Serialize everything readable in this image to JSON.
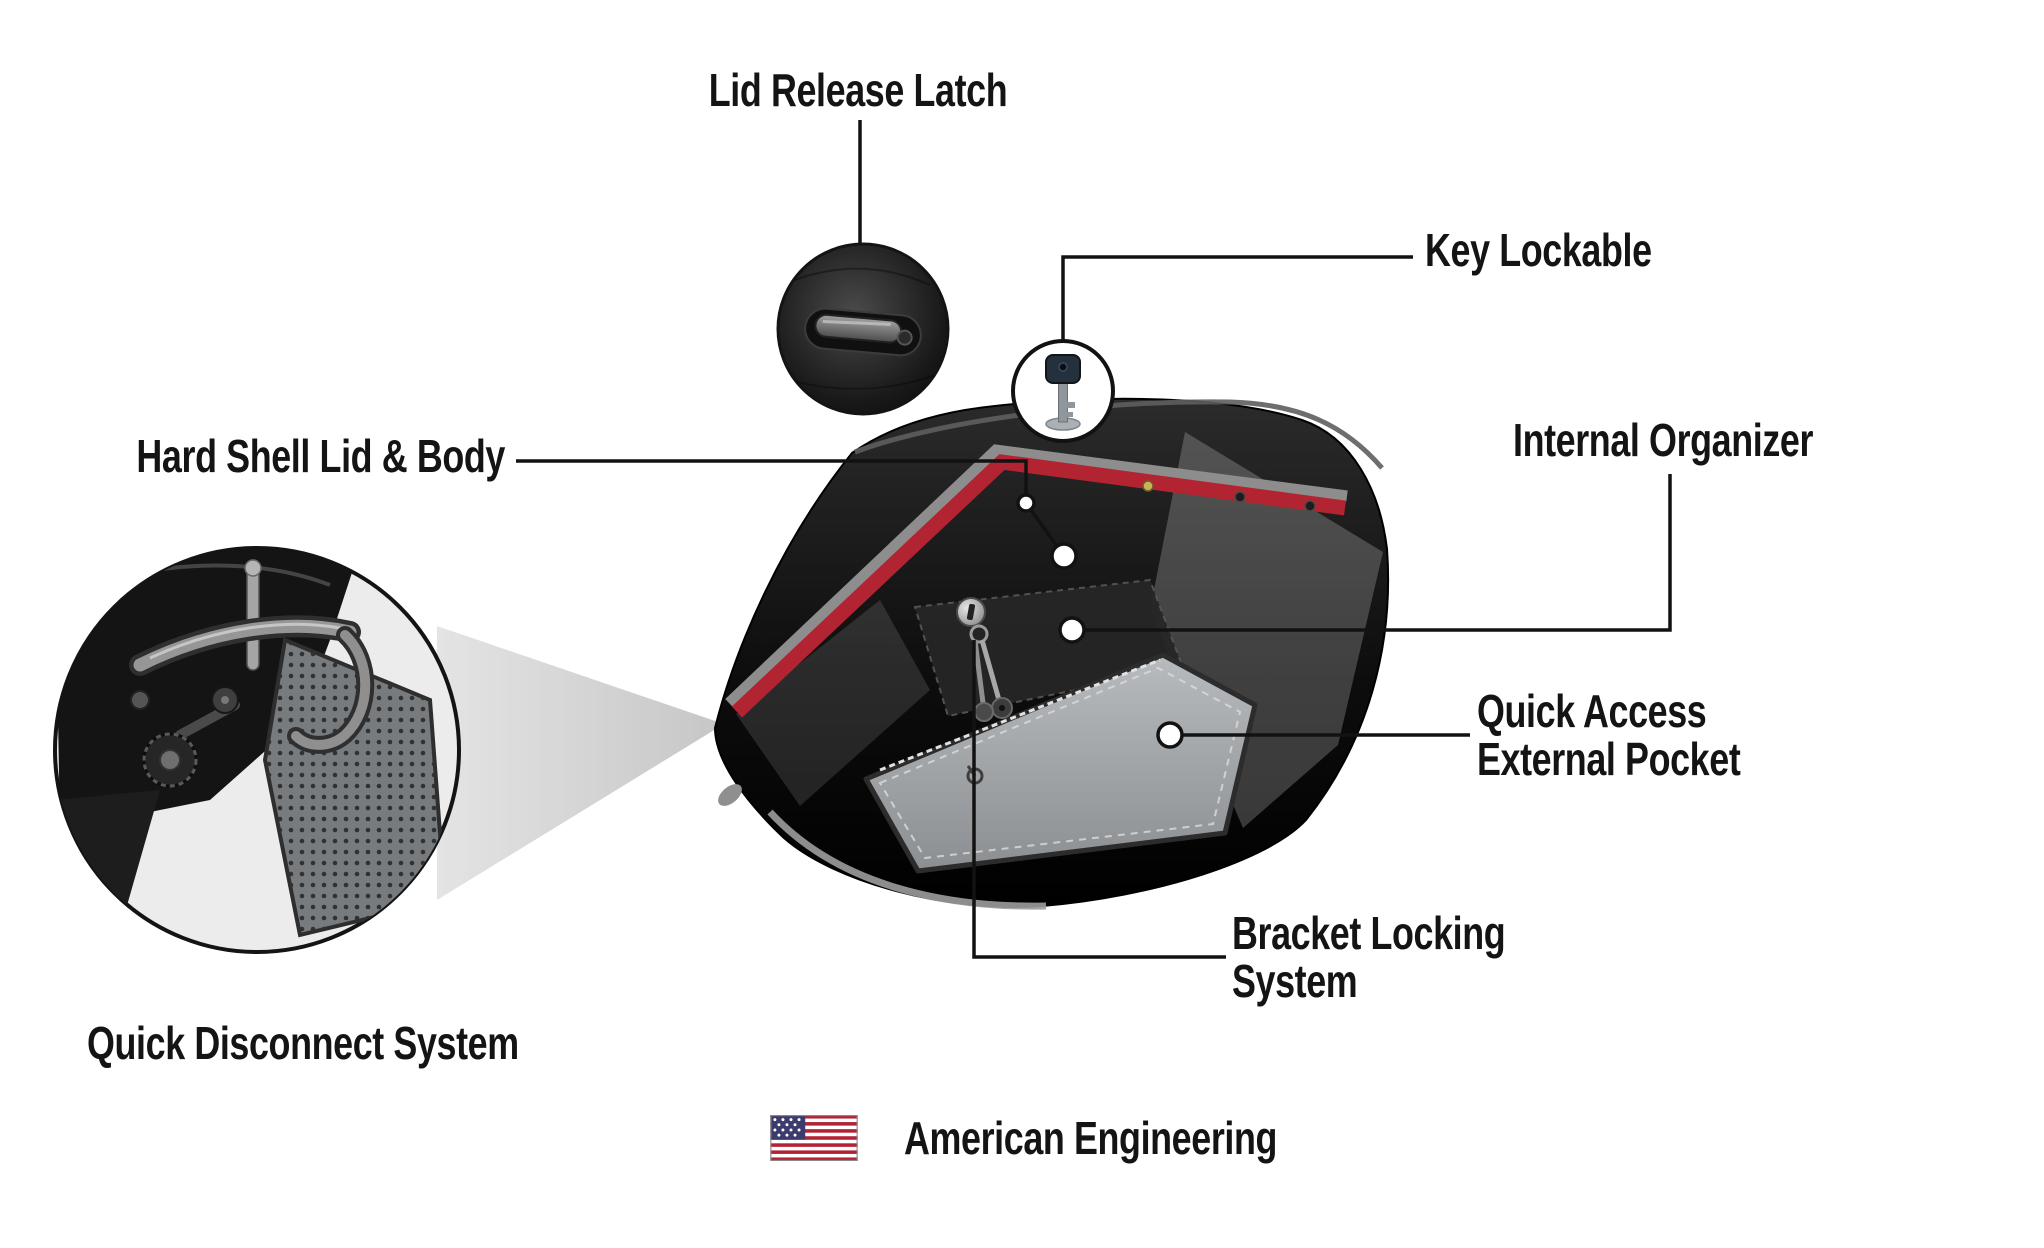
{
  "diagram": {
    "callouts": {
      "lid_release_latch": "Lid Release Latch",
      "key_lockable": "Key Lockable",
      "hard_shell_lid_body": "Hard Shell Lid & Body",
      "internal_organizer": "Internal Organizer",
      "quick_access_external_pocket": "Quick Access\nExternal Pocket",
      "bracket_locking_system": "Bracket Locking\nSystem",
      "quick_disconnect_system": "Quick Disconnect System"
    },
    "footer": {
      "flag_icon": "us-flag-icon",
      "text": "American Engineering"
    },
    "icons": {
      "lid_latch_inset": "lid-release-latch-closeup",
      "key_inset": "key-icon",
      "quick_disconnect_inset": "mounting-bracket-closeup",
      "lock_and_keys": "lock-with-hanging-keys"
    },
    "colors": {
      "label_text": "#141414",
      "callout_line": "#121212",
      "bag_black": "#101010",
      "accent_red": "#b32433",
      "trim_gray": "#8d8d8d",
      "pocket_gray": "#a9adb0",
      "flag_red": "#b22234",
      "flag_blue": "#3c3b6e"
    }
  }
}
